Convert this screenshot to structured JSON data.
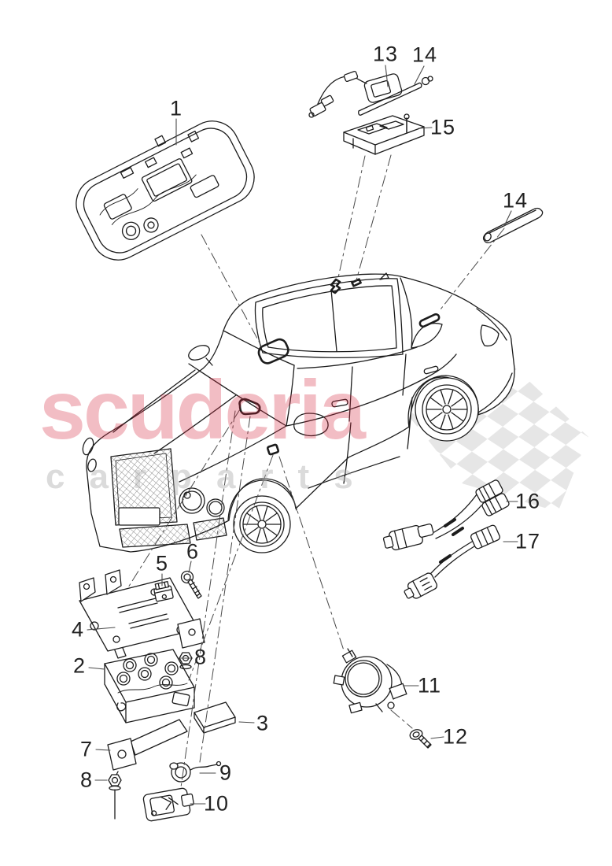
{
  "watermark": {
    "brand": "scuderia",
    "subtitle": "carparts",
    "brand_color": "#d52339",
    "subtitle_color": "#dedede",
    "flag_color": "#e6e6e6"
  },
  "diagram": {
    "description": "Exploded spare-parts line drawing: interior roof console, lights, sensors, control module, brackets, screws and cables around an SUV body outline",
    "callouts": {
      "p1": "1",
      "p2": "2",
      "p3": "3",
      "p4": "4",
      "p5": "5",
      "p6": "6",
      "p7": "7",
      "p8a": "8",
      "p8b": "8",
      "p9": "9",
      "p10": "10",
      "p11": "11",
      "p12": "12",
      "p13": "13",
      "p14a": "14",
      "p14b": "14",
      "p15": "15",
      "p16": "16",
      "p17": "17"
    }
  }
}
